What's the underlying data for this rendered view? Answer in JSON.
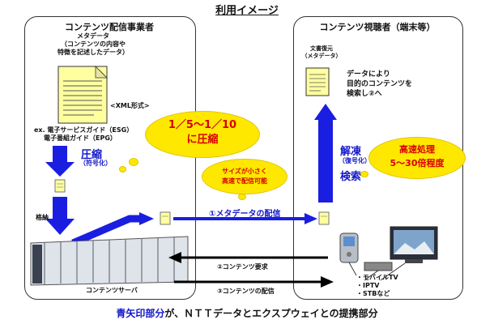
{
  "title": "利用イメージ",
  "provider": {
    "title": "コンテンツ配信事業者",
    "metadata_title": "メタデータ",
    "metadata_desc_1": "（コンテンツの内容や",
    "metadata_desc_2": "特徴を記述したデータ）",
    "xml_format": "<XML形式>",
    "examples_1": "ex. 電子サービスガイド（ESG）",
    "examples_2": "電子番組ガイド（EPG）",
    "compress": "圧縮",
    "encode": "（符号化）",
    "store": "格納",
    "server": "コンテンツサーバ"
  },
  "viewer": {
    "title": "コンテンツ視聴者（端末等）",
    "doc_restore_1": "文書復元",
    "doc_restore_2": "（メタデータ）",
    "search_desc_1": "データにより",
    "search_desc_2": "目的のコンテンツを",
    "search_desc_3": "検索し②へ",
    "decompress": "解凍",
    "decode": "（復号化）",
    "search": "検索",
    "devices": [
      "・モバイルTV",
      "・IPTV",
      "・STBなど"
    ]
  },
  "callouts": {
    "ratio_1": "1／5～1／10",
    "ratio_2": "に圧縮",
    "small_size_1": "サイズが小さく",
    "small_size_2": "高速で配信可能",
    "fast_1": "高速処理",
    "fast_2": "5～30倍程度"
  },
  "flows": {
    "metadata_delivery": "①メタデータの配信",
    "content_request": "②コンテンツ要求",
    "content_delivery": "③コンテンツの配信"
  },
  "footer": {
    "highlight": "青矢印部分",
    "rest": "が、ＮＴＴデータとエクスプウェイとの提携部分"
  },
  "colors": {
    "blue_arrow": "#1a1ee0",
    "callout": "#ffe800",
    "red_text": "#d80000"
  }
}
